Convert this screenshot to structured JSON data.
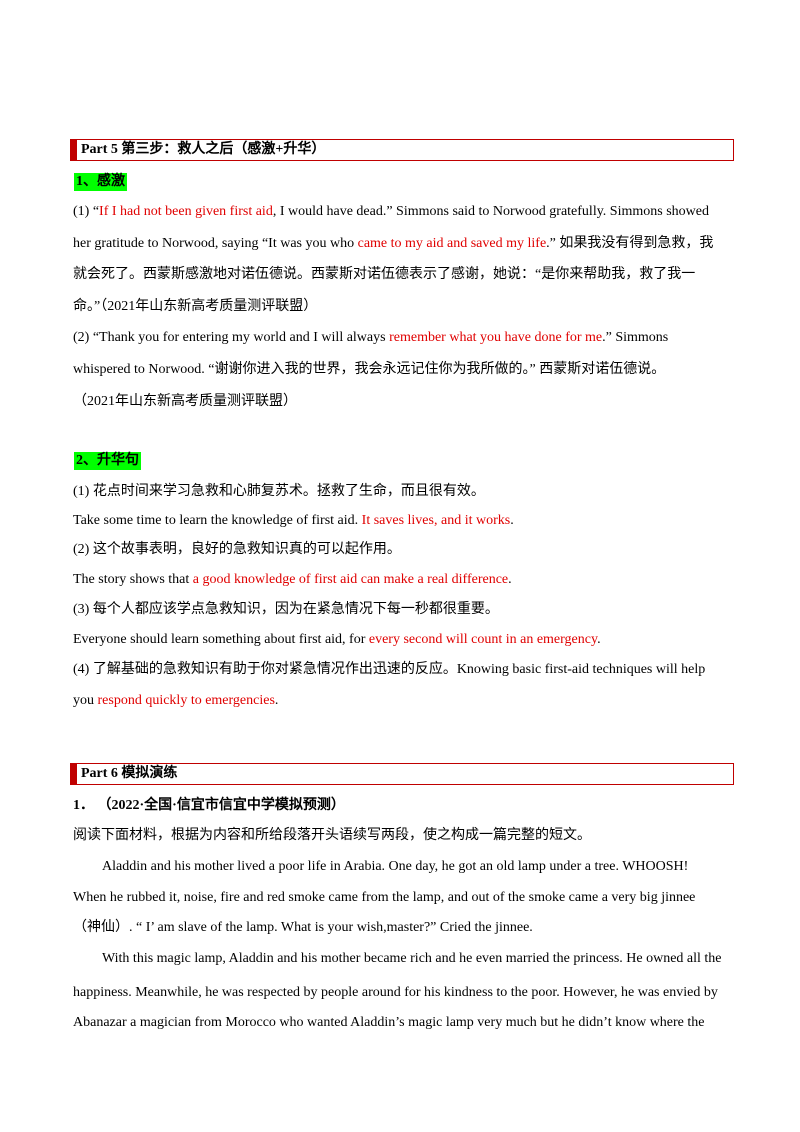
{
  "part5": {
    "title": "Part 5  第三步：救人之后（感激+升华）",
    "sub1": "1、感激",
    "ex1": {
      "l1a": "(1)  “",
      "l1r": "If I had not been given first aid",
      "l1b": ", I would have dead.” Simmons said to Norwood gratefully. Simmons showed",
      "l2a": "her gratitude to Norwood, saying “It was you who ",
      "l2r": "came to my aid and saved my life",
      "l2b": ".” 如果我没有得到急救，我",
      "l3": "就会死了。西蒙斯感激地对诺伍德说。西蒙斯对诺伍德表示了感谢，她说：“是你来帮助我，救了我一",
      "l4": "命。”（2021年山东新高考质量测评联盟）"
    },
    "ex2": {
      "l1a": "(2)  “Thank you for entering my world and I will always  ",
      "l1r": "remember what you have done for me",
      "l1b": ".” Simmons",
      "l2": "whispered to Norwood. “谢谢你进入我的世界，我会永远记住你为我所做的。”   西蒙斯对诺伍德说。",
      "l3": "（2021年山东新高考质量测评联盟）"
    },
    "sub2": "2、升华句",
    "s1": {
      "cn": "(1)    花点时间来学习急救和心肺复苏术。拯救了生命，而且很有效。",
      "en": "Take some time to learn the knowledge of first aid. ",
      "red": " It saves lives, and it works",
      "end": "."
    },
    "s2": {
      "cn": "(2)     这个故事表明，良好的急救知识真的可以起作用。",
      "en": "The story shows that ",
      "red": " a good knowledge of first aid can make a real difference",
      "end": "."
    },
    "s3": {
      "cn": "(3)  每个人都应该学点急救知识，因为在紧急情况下每一秒都很重要。",
      "en": "Everyone should learn something about first aid, for ",
      "red": " every second will count in an emergency",
      "end": "."
    },
    "s4": {
      "l1": "  (4)  了解基础的急救知识有助于你对紧急情况作出迅速的反应。Knowing basic first-aid techniques will help",
      "en": "you ",
      "red": " respond quickly to emergencies",
      "end": "."
    }
  },
  "part6": {
    "title": "Part 6  模拟演练",
    "q1": "1．  （2022·全国·信宜市信宜中学模拟预测）",
    "instr": "阅读下面材料，根据为内容和所给段落开头语续写两段，使之构成一篇完整的短文。",
    "p1": [
      "Aladdin and his mother lived a poor life in Arabia. One day, he got an old lamp under a tree. WHOOSH!",
      "When he rubbed it, noise, fire and red smoke came from the lamp, and out of the smoke came a very big jinnee",
      "（神仙）. “ I’ am slave of the lamp. What is your wish,master?” Cried the jinnee."
    ],
    "p2": [
      "With this magic lamp, Aladdin and his mother became rich and he even married the princess. He owned all the",
      "happiness. Meanwhile, he was respected by people around for his kindness to the poor. However, he was envied by",
      "Abanazar a magician from Morocco who wanted Aladdin’s magic lamp very much but he didn’t know where the"
    ]
  }
}
